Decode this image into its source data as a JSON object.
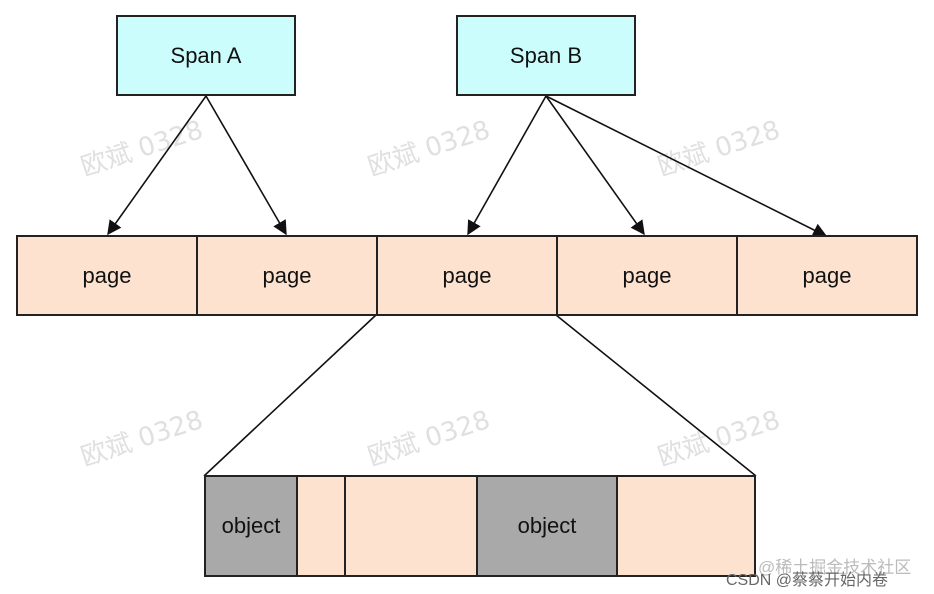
{
  "spans": [
    "Span A",
    "Span B"
  ],
  "pages": [
    "page",
    "page",
    "page",
    "page",
    "page"
  ],
  "object_row": [
    "object",
    "",
    "",
    "object",
    ""
  ],
  "watermark": "欧斌 0328",
  "credits": [
    "@稀土掘金技术社区",
    "CSDN @蔡蔡开始内卷"
  ],
  "colors": {
    "span_fill": "#ccfdfd",
    "page_fill": "#fde2cf",
    "object_fill": "#a9a9a9"
  }
}
